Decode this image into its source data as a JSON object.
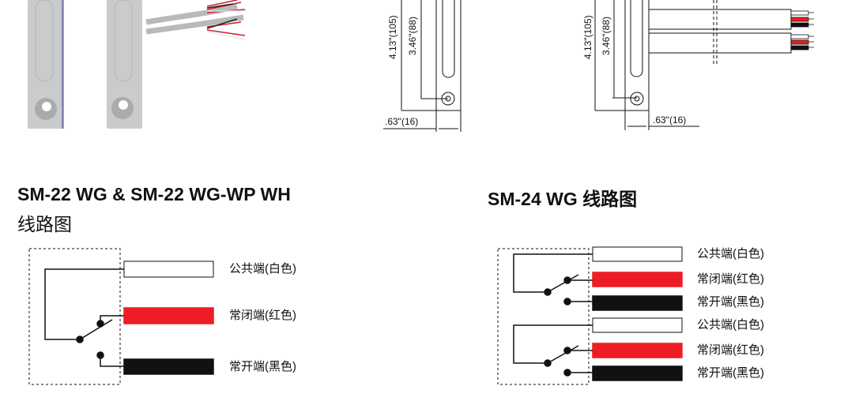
{
  "dimensions": {
    "length_total": "4.13\"(105)",
    "length_hole": "3.46\"(88)",
    "width": ".63\"(16)"
  },
  "left_section": {
    "title_line1": "SM-22 WG & SM-22 WG-WP WH",
    "title_line2": "线路图",
    "labels": [
      "公共端(白色)",
      "常闭端(红色)",
      "常开端(黑色)"
    ]
  },
  "right_section": {
    "title": "SM-24 WG 线路图",
    "labels": [
      "公共端(白色)",
      "常闭端(红色)",
      "常开端(黑色)",
      "公共端(白色)",
      "常闭端(红色)",
      "常开端(黑色)"
    ]
  },
  "colors": {
    "white_wire": "#ffffff",
    "red_wire": "#ee1c24",
    "black_wire": "#111111",
    "housing": "#c9cbcc"
  }
}
